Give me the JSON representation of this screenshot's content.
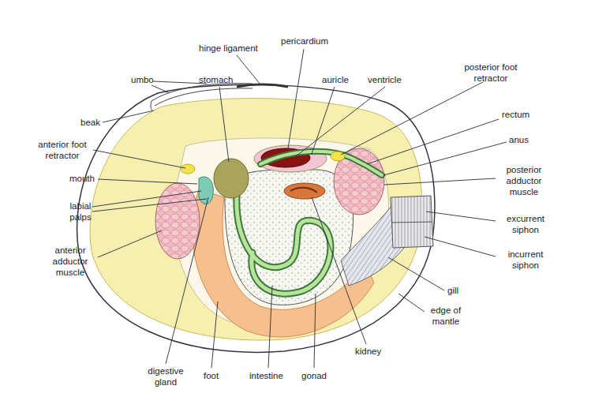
{
  "diagram": {
    "labels": [
      "hinge ligament",
      "pericardium",
      "umbo",
      "stomach",
      "auricle",
      "ventricle",
      "posterior foot retractor",
      "rectum",
      "beak",
      "anus",
      "anterior foot retractor",
      "mouth",
      "posterior adductor muscle",
      "labial palps",
      "excurrent siphon",
      "incurrent siphon",
      "anterior adductor muscle",
      "gill",
      "edge of mantle",
      "kidney",
      "digestive gland",
      "foot",
      "intestine",
      "gonad"
    ]
  }
}
